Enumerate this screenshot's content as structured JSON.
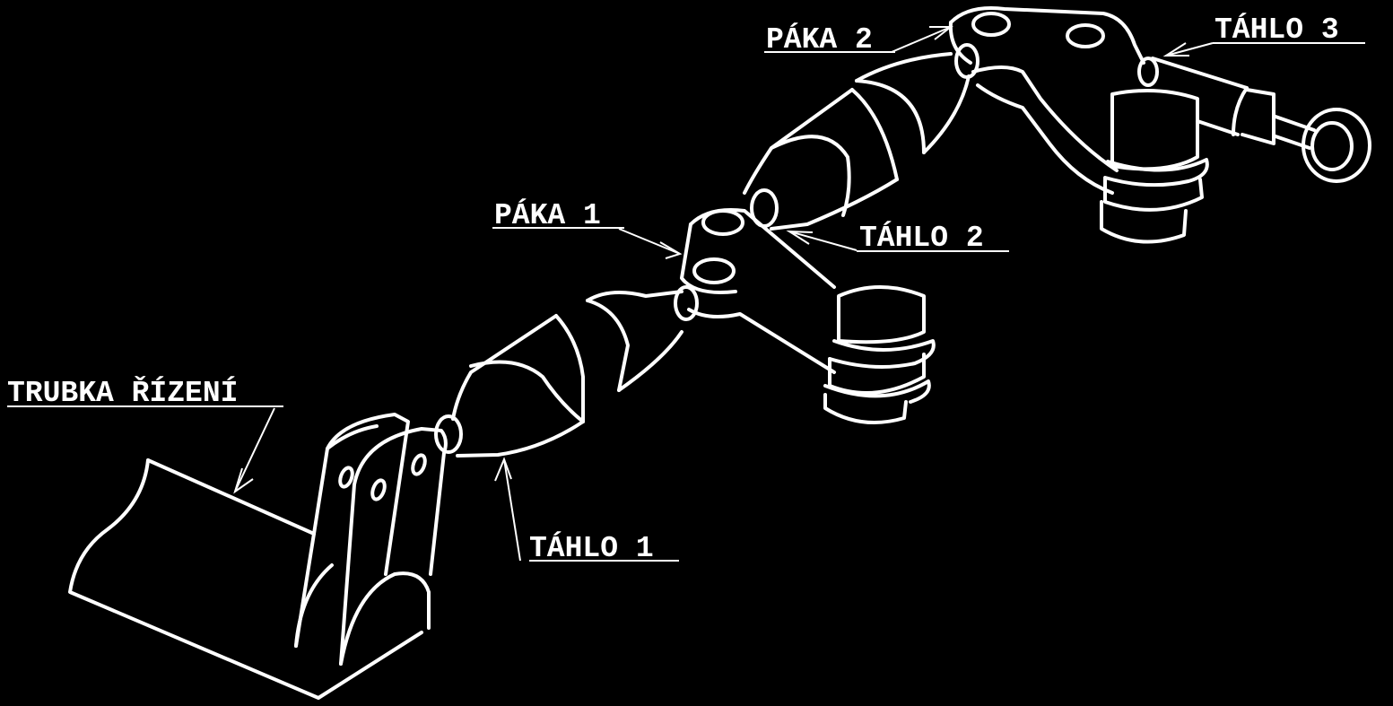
{
  "labels": {
    "trubka": "TRUBKA ŘÍZENÍ",
    "tahlo1": "TÁHLO 1",
    "paka1": "PÁKA 1",
    "tahlo2": "TÁHLO 2",
    "paka2": "PÁKA 2",
    "tahlo3": "TÁHLO 3"
  },
  "colors": {
    "background": "#000000",
    "line": "#ffffff"
  }
}
